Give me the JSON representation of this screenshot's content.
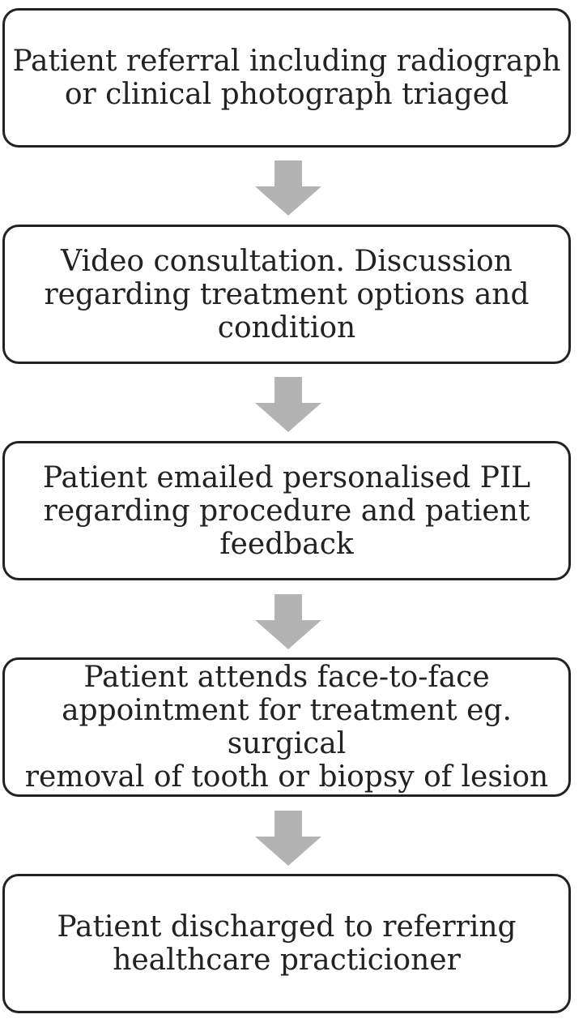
{
  "flowchart": {
    "steps": [
      {
        "text": "Patient referral including radiograph\nor clinical photograph triaged"
      },
      {
        "text": "Video consultation. Discussion\nregarding treatment options and\ncondition"
      },
      {
        "text": "Patient emailed personalised PIL\nregarding procedure and patient\nfeedback"
      },
      {
        "text": "Patient attends face-to-face\nappointment for treatment eg. surgical\nremoval of tooth or biopsy of lesion"
      },
      {
        "text": "Patient discharged to referring\nhealthcare practicioner"
      }
    ],
    "colors": {
      "box_border": "#222222",
      "text": "#222222",
      "arrow": "#b3b3b3"
    }
  }
}
